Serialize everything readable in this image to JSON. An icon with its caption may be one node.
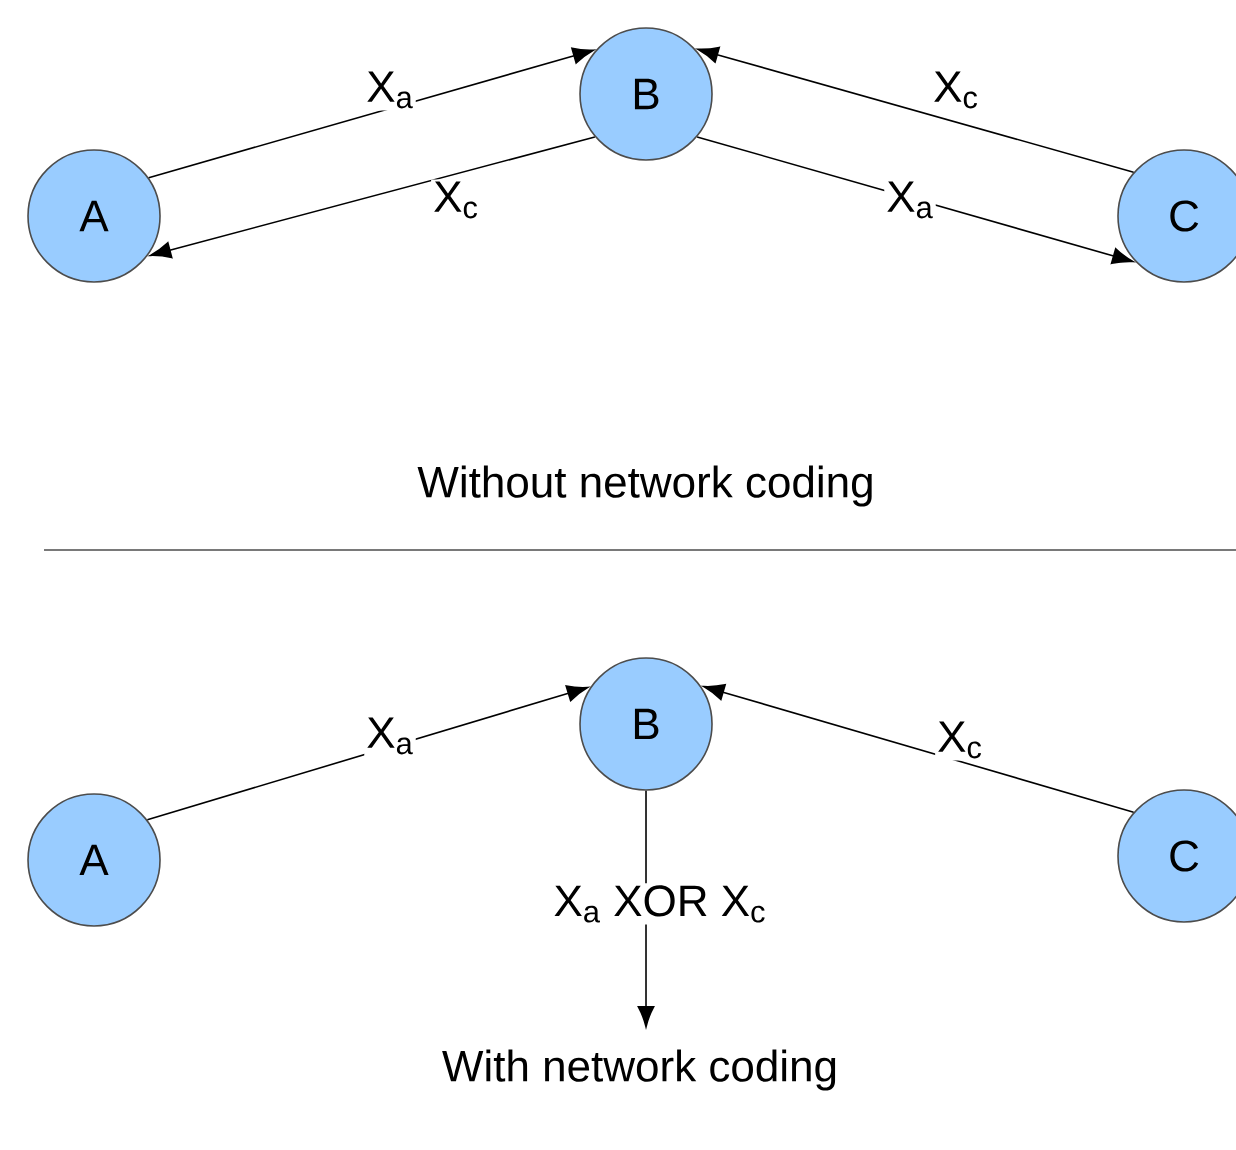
{
  "diagram": {
    "nodes": [
      {
        "text": [
          "A"
        ]
      },
      {
        "text": [
          "B"
        ]
      },
      {
        "text": [
          "C"
        ]
      },
      {
        "text": [
          "A"
        ]
      },
      {
        "text": [
          "B"
        ]
      },
      {
        "text": [
          "C"
        ]
      }
    ],
    "edges": [
      {
        "from": 0,
        "to": 1,
        "arrow": "to",
        "label": "X$_{a}$"
      },
      {
        "from": 1,
        "to": 0,
        "arrow": "to",
        "label": "X$_{c}$"
      },
      {
        "from": 2,
        "to": 1,
        "arrow": "to",
        "label": "X$_{c}$"
      },
      {
        "from": 1,
        "to": 2,
        "arrow": "to",
        "label": "X$_{a}$"
      },
      {
        "from": 3,
        "to": 4,
        "arrow": "to",
        "label": "X$_{a}$"
      },
      {
        "from": 5,
        "to": 4,
        "arrow": "to",
        "label": "X$_{c}$"
      },
      {
        "from": 4,
        "to": null,
        "arrow": "to",
        "label": "X$_{a}$ XOR X$_{c}$"
      }
    ],
    "labels": [
      "Without network coding",
      "With network coding"
    ]
  }
}
